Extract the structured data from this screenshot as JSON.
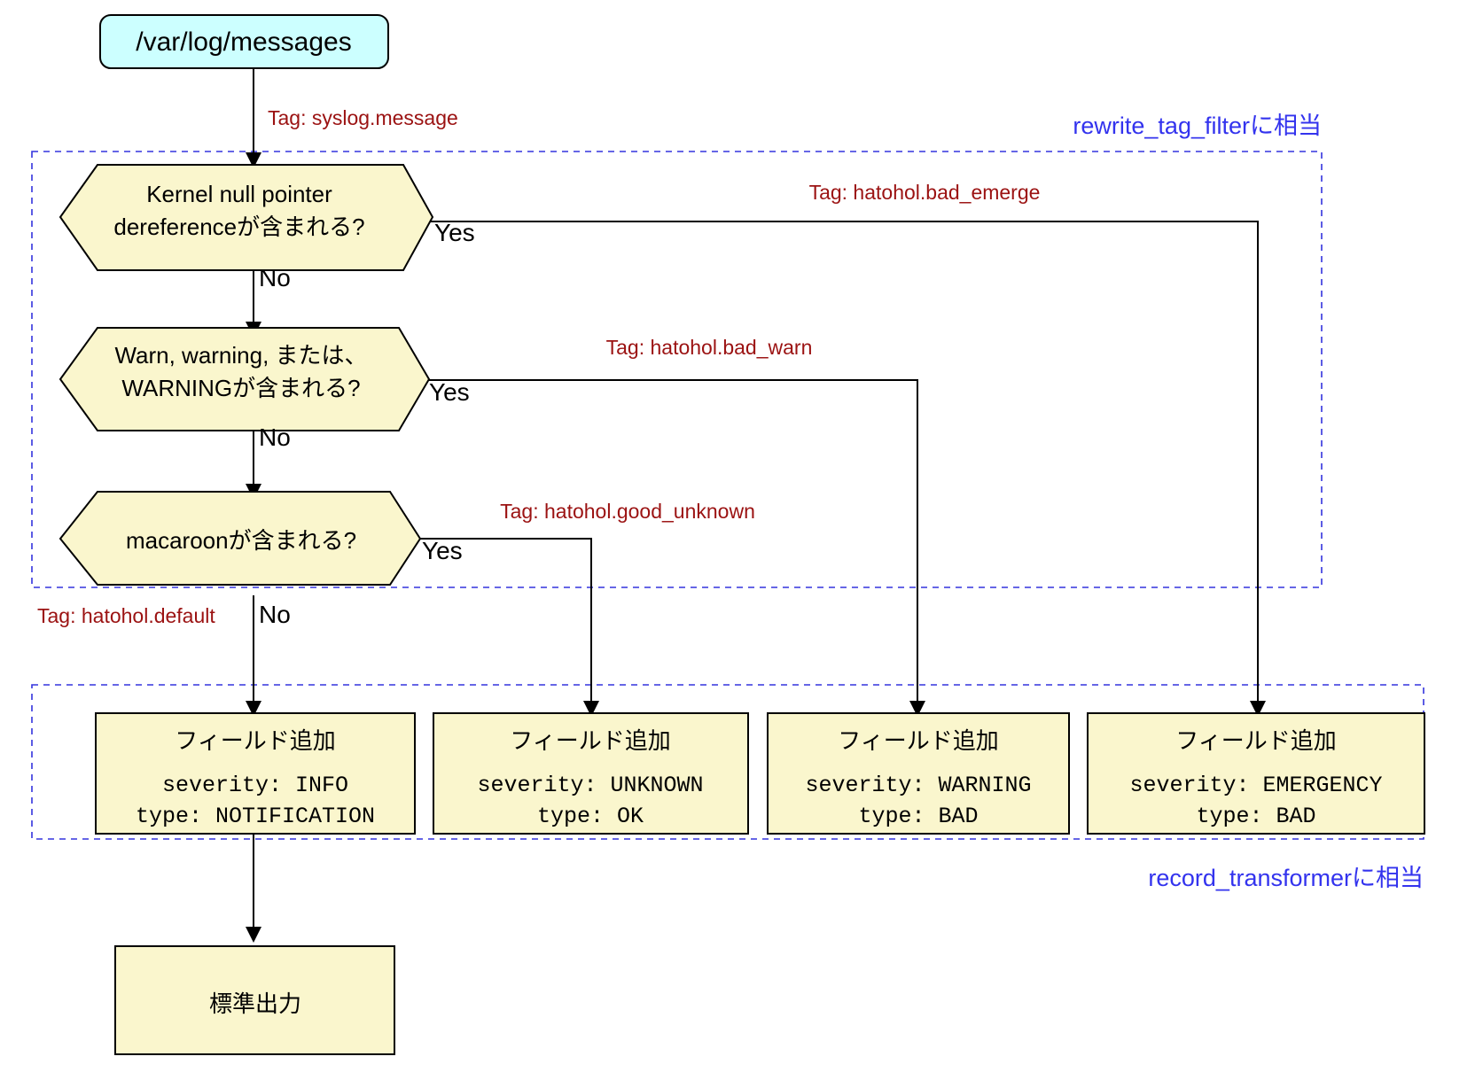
{
  "diagram": {
    "title_node": {
      "label": "/var/log/messages",
      "color": "#ccffff"
    },
    "decisions": [
      {
        "id": "d1",
        "line1": "Kernel null pointer",
        "line2": "dereferenceが含まれる?",
        "yes": "Yes",
        "no": "No"
      },
      {
        "id": "d2",
        "line1": "Warn, warning, または、",
        "line2": "WARNINGが含まれる?",
        "yes": "Yes",
        "no": "No"
      },
      {
        "id": "d3",
        "line1": "macaroonが含まれる?",
        "line2": "",
        "yes": "Yes",
        "no": "No"
      }
    ],
    "tags": {
      "syslog": "Tag: syslog.message",
      "bad_emerge": "Tag: hatohol.bad_emerge",
      "bad_warn": "Tag: hatohol.bad_warn",
      "good_unknown": "Tag: hatohol.good_unknown",
      "default": "Tag: hatohol.default"
    },
    "groups": {
      "rewrite_tag_filter": "rewrite_tag_filterに相当",
      "record_transformer": "record_transformerに相当"
    },
    "field_boxes": [
      {
        "id": "fb1",
        "heading": "フィールド追加",
        "severity": "severity: INFO",
        "type": "type: NOTIFICATION"
      },
      {
        "id": "fb2",
        "heading": "フィールド追加",
        "severity": "severity: UNKNOWN",
        "type": "type: OK"
      },
      {
        "id": "fb3",
        "heading": "フィールド追加",
        "severity": "severity: WARNING",
        "type": "type: BAD"
      },
      {
        "id": "fb4",
        "heading": "フィールド追加",
        "severity": "severity: EMERGENCY",
        "type": "type: BAD"
      }
    ],
    "output_node": {
      "label": "標準出力"
    },
    "colors": {
      "node_yellow": "#faf6cd",
      "node_cyan": "#ccffff",
      "tag_red": "#9b1212",
      "group_blue": "#3333ee",
      "edge_black": "#000000"
    }
  }
}
